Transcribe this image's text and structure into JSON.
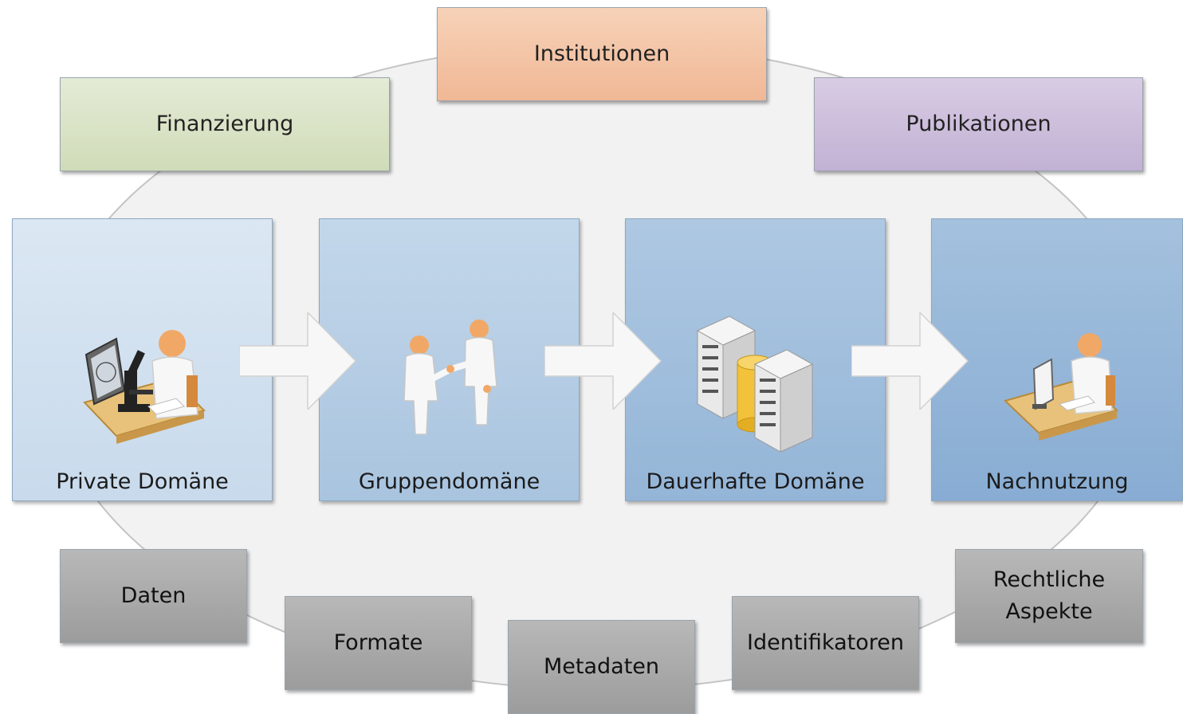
{
  "top": {
    "institutionen": "Institutionen",
    "finanzierung": "Finanzierung",
    "publikationen": "Publikationen"
  },
  "domains": [
    {
      "label": "Private Domäne",
      "icon": "scientist-microscope-icon"
    },
    {
      "label": "Gruppendomäne",
      "icon": "handshake-people-icon"
    },
    {
      "label": "Dauerhafte Domäne",
      "icon": "server-database-icon"
    },
    {
      "label": "Nachnutzung",
      "icon": "person-computer-icon"
    }
  ],
  "bottom": {
    "daten": "Daten",
    "formate": "Formate",
    "metadaten": "Metadaten",
    "identifikatoren": "Identifikatoren",
    "rechtliche_line1": "Rechtliche",
    "rechtliche_line2": "Aspekte"
  },
  "colors": {
    "institutionen": "#f4c3a2",
    "finanzierung": "#d7e2c4",
    "publikationen": "#cdbfdb",
    "domain1": "#d3e1f0",
    "domain2": "#b5cde4",
    "domain3": "#9dbbda",
    "domain4": "#8eb1d6",
    "gray": "#a8a8a8"
  }
}
